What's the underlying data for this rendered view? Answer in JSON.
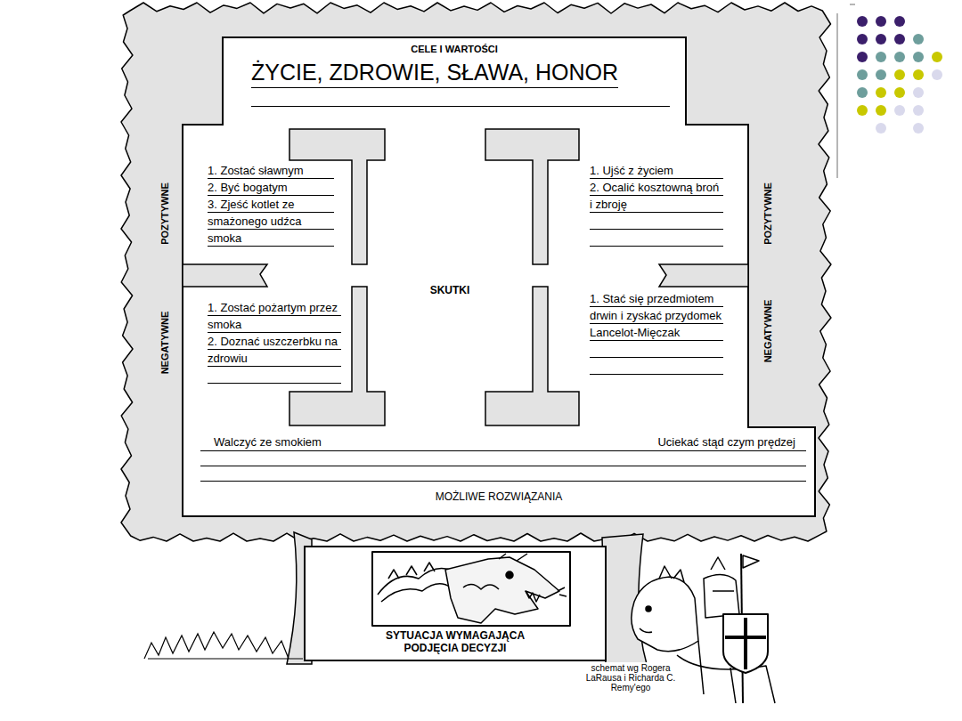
{
  "diagram": {
    "nodes": [
      {
        "text": [
          "CELE I WARTOŚCI",
          "ŻYCIE, ZDROWIE, SŁAWA, HONOR"
        ]
      },
      {
        "text": [
          "1. Zostać sławnym",
          "2. Być bogatym",
          "3. Zjeść kotlet ze smażonego udźca smoka"
        ]
      },
      {
        "text": [
          "1. Ujść z życiem",
          "2. Ocalić kosztowną broń i zbroję"
        ]
      },
      {
        "text": [
          "1. Zostać pożartym przez smoka",
          "2. Doznać uszczerbku na zdrowiu"
        ]
      },
      {
        "text": [
          "1. Stać się przedmiotem drwin i zyskać przydomek Lancelot-Mięczak"
        ]
      },
      {
        "text": [
          "Walczyć ze smokiem",
          "Uciekać stąd czym prędzej",
          "MOŻLIWE ROZWIĄZANIA"
        ]
      },
      {
        "text": [
          "SYTUACJA WYMAGAJĄCA PODJĘCIA DECYZJI"
        ]
      }
    ],
    "labels": [
      "POZYTYWNE",
      "POZYTYWNE",
      "SKUTKI",
      "NEGATYWNE",
      "NEGATYWNE",
      "schemat wg Rogera LaRausa i Richarda C. Remy'ego"
    ]
  }
}
